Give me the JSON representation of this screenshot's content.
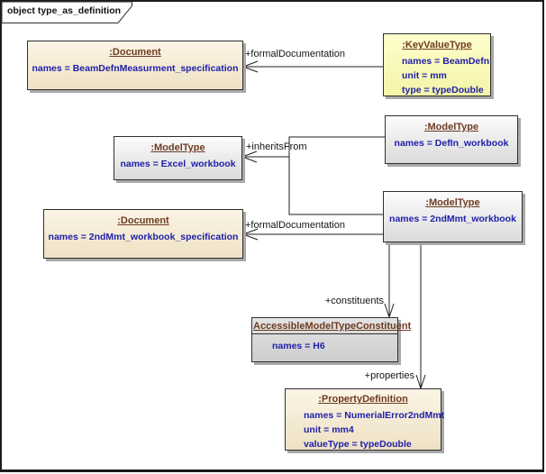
{
  "frame": {
    "title": "object type_as_definition"
  },
  "palette": {
    "canvas_bg": "#ffffff",
    "frame_border": "#1c1c1c",
    "node_border": "#2e2e2e",
    "node_shadow": "#a9a9a9",
    "cream_fill_top": "#fbf5e6",
    "cream_fill_bottom": "#eee1c4",
    "yellow_fill_top": "#fefecd",
    "yellow_fill_bottom": "#f4f4a8",
    "gray_fill_top": "#fcfcfc",
    "gray_fill_bottom": "#dadada",
    "title_text": "#6e3b22",
    "attribute_text": "#1e1eaa",
    "connector_line": "#1f1f1f"
  },
  "nodes": {
    "doc_beamdefn": {
      "title": ":Document",
      "attrs": [
        "names = BeamDefnMeasurment_specification"
      ]
    },
    "keyvaluetype": {
      "title": ":KeyValueType",
      "attrs": [
        "names = BeamDefn",
        "unit = mm",
        "type = typeDouble"
      ]
    },
    "modeltype_excel": {
      "title": ":ModelType",
      "attrs": [
        "names = Excel_workbook"
      ]
    },
    "modeltype_defin": {
      "title": ":ModelType",
      "attrs": [
        "names = DefIn_workbook"
      ]
    },
    "doc_2ndmmt": {
      "title": ":Document",
      "attrs": [
        "names = 2ndMmt_workbook_specification"
      ]
    },
    "modeltype_2ndmmt": {
      "title": ":ModelType",
      "attrs": [
        "names = 2ndMmt_workbook"
      ]
    },
    "accessible_modeltype_constituent": {
      "title": "AccessibleModelTypeConstituent",
      "attrs": [
        "names = H6"
      ]
    },
    "propdef": {
      "title": ":PropertyDefinition",
      "attrs": [
        "names = NumerialError2ndMmt",
        "unit = mm4",
        "valueType = typeDouble"
      ]
    }
  },
  "connectors": {
    "formal_doc_top": {
      "label": "+formalDocumentation"
    },
    "inherits_from": {
      "label": "+inheritsFrom"
    },
    "formal_doc_bottom": {
      "label": "+formalDocumentation"
    },
    "constituents": {
      "label": "+constituents"
    },
    "properties": {
      "label": "+properties"
    }
  }
}
